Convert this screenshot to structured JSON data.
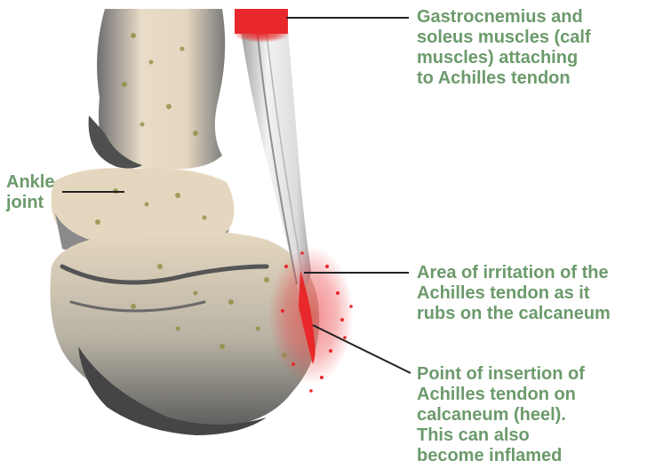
{
  "labels": {
    "gastrocnemius": [
      "Gastrocnemius and",
      "soleus muscles (calf",
      "muscles) attaching",
      "to Achilles tendon"
    ],
    "ankle_joint": [
      "Ankle",
      "joint"
    ],
    "irritation_area": [
      "Area of irritation of the",
      "Achilles tendon as it",
      "rubs on the calcaneum"
    ],
    "insertion_point": [
      "Point of insertion of",
      "Achilles tendon on",
      "calcaneum (heel).",
      "This can also",
      "become inflamed"
    ]
  },
  "colors": {
    "label_text": "#6c9a6c",
    "leader_line": "#222222",
    "inflammation": "#e8282a",
    "bone_light": "#e9dcc8",
    "bone_dark": "#6b6b6b",
    "bone_speckle": "#8c8a3a",
    "tendon": "#d8d8d8"
  }
}
